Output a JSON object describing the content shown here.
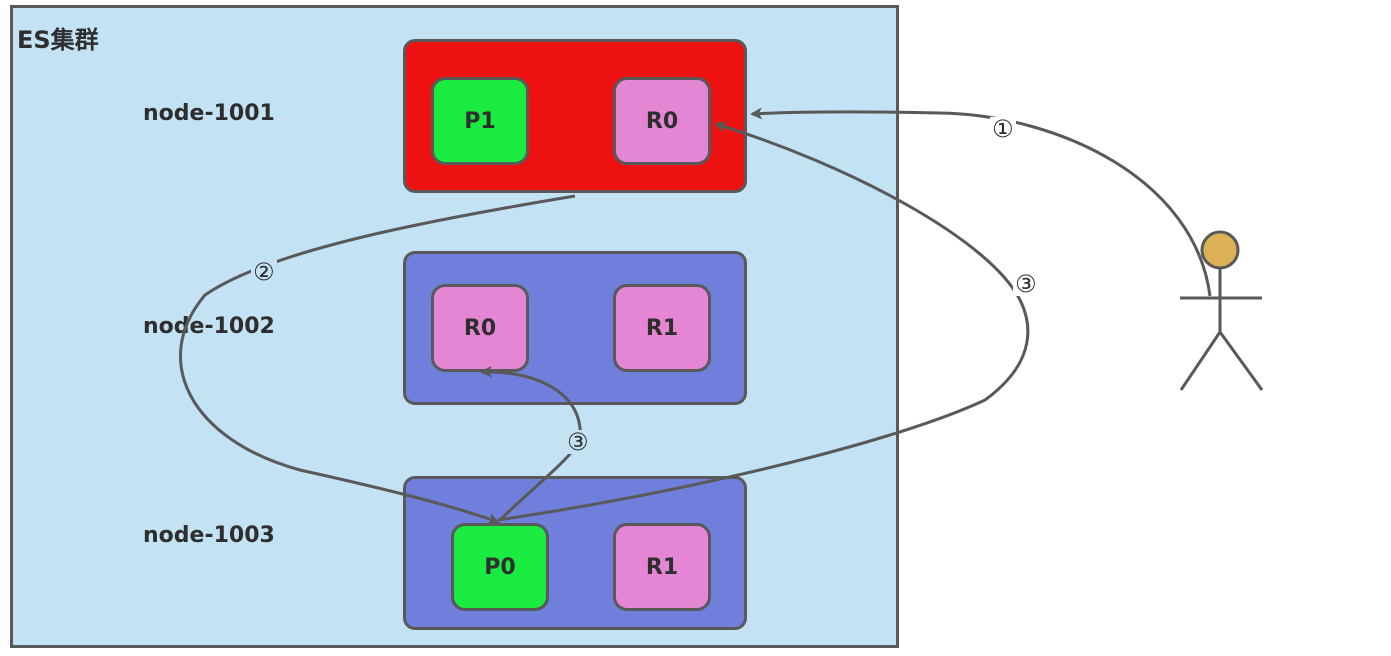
{
  "cluster": {
    "title": "ES集群"
  },
  "nodes": [
    {
      "name": "node-1001",
      "color": "#ed1111",
      "shards": [
        {
          "label": "P1",
          "type": "primary",
          "color": "#19eb40"
        },
        {
          "label": "R0",
          "type": "replica",
          "color": "#e586d4"
        }
      ]
    },
    {
      "name": "node-1002",
      "color": "#6f7fdb",
      "shards": [
        {
          "label": "R0",
          "type": "replica",
          "color": "#e586d4"
        },
        {
          "label": "R1",
          "type": "replica",
          "color": "#e586d4"
        }
      ]
    },
    {
      "name": "node-1003",
      "color": "#6f7fdb",
      "shards": [
        {
          "label": "P0",
          "type": "primary",
          "color": "#19eb40"
        },
        {
          "label": "R1",
          "type": "replica",
          "color": "#e586d4"
        }
      ]
    }
  ],
  "steps": {
    "one": "①",
    "two": "②",
    "three_a": "③",
    "three_b": "③"
  },
  "actor": {
    "icon": "user-stick-figure-icon",
    "head_color": "#ddb256"
  },
  "colors": {
    "outline": "#595959",
    "cluster_bg": "#c3e3f4"
  }
}
